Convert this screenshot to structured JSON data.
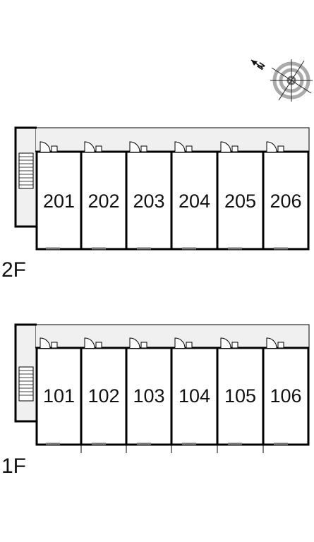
{
  "compass": {
    "north_label": "N",
    "icon": "compass-rose-icon"
  },
  "floors": [
    {
      "label": "2F",
      "rooms": [
        "201",
        "202",
        "203",
        "204",
        "205",
        "206"
      ]
    },
    {
      "label": "1F",
      "rooms": [
        "101",
        "102",
        "103",
        "104",
        "105",
        "106"
      ]
    }
  ],
  "colors": {
    "walkway": "#f0f0f0",
    "wall": "#000000",
    "compass_ring": "#aaaaaa"
  }
}
